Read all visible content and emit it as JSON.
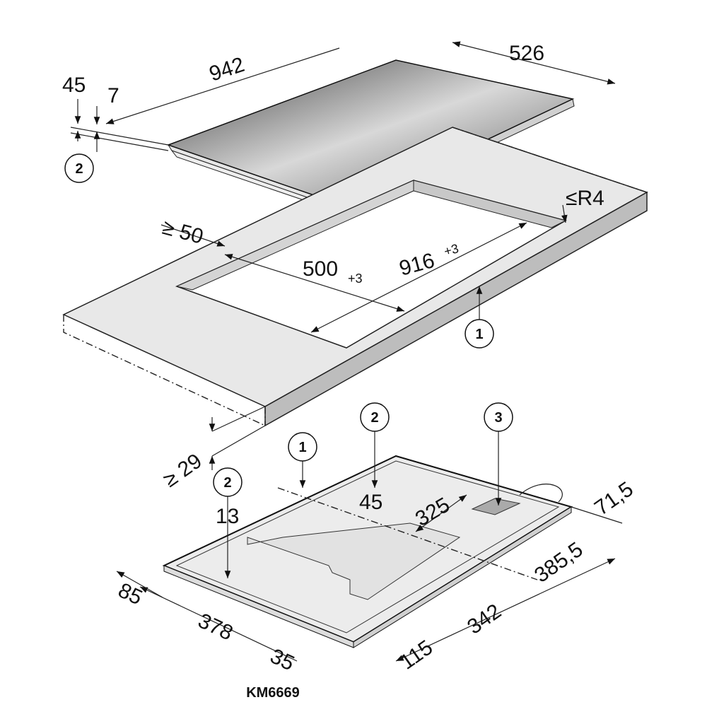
{
  "title": "KM6669",
  "cooktop": {
    "length": "942",
    "depth": "526",
    "thickness_total": "45",
    "glass": "7",
    "callout": "2"
  },
  "cutout": {
    "min_edge": "≥ 50",
    "depth": "500",
    "depth_tol": "+3",
    "width": "916",
    "width_tol": "+3",
    "radius": "≤R4",
    "callout": "1"
  },
  "worktop": {
    "min_below": "≥ 29"
  },
  "underside": {
    "callouts": [
      "1",
      "2",
      "2",
      "3"
    ],
    "dims": {
      "d13": "13",
      "d45": "45",
      "d325": "325",
      "d71_5": "71,5",
      "d385_5": "385,5",
      "d342": "342",
      "d115": "115",
      "d35": "35",
      "d378": "378",
      "d85": "85"
    }
  }
}
